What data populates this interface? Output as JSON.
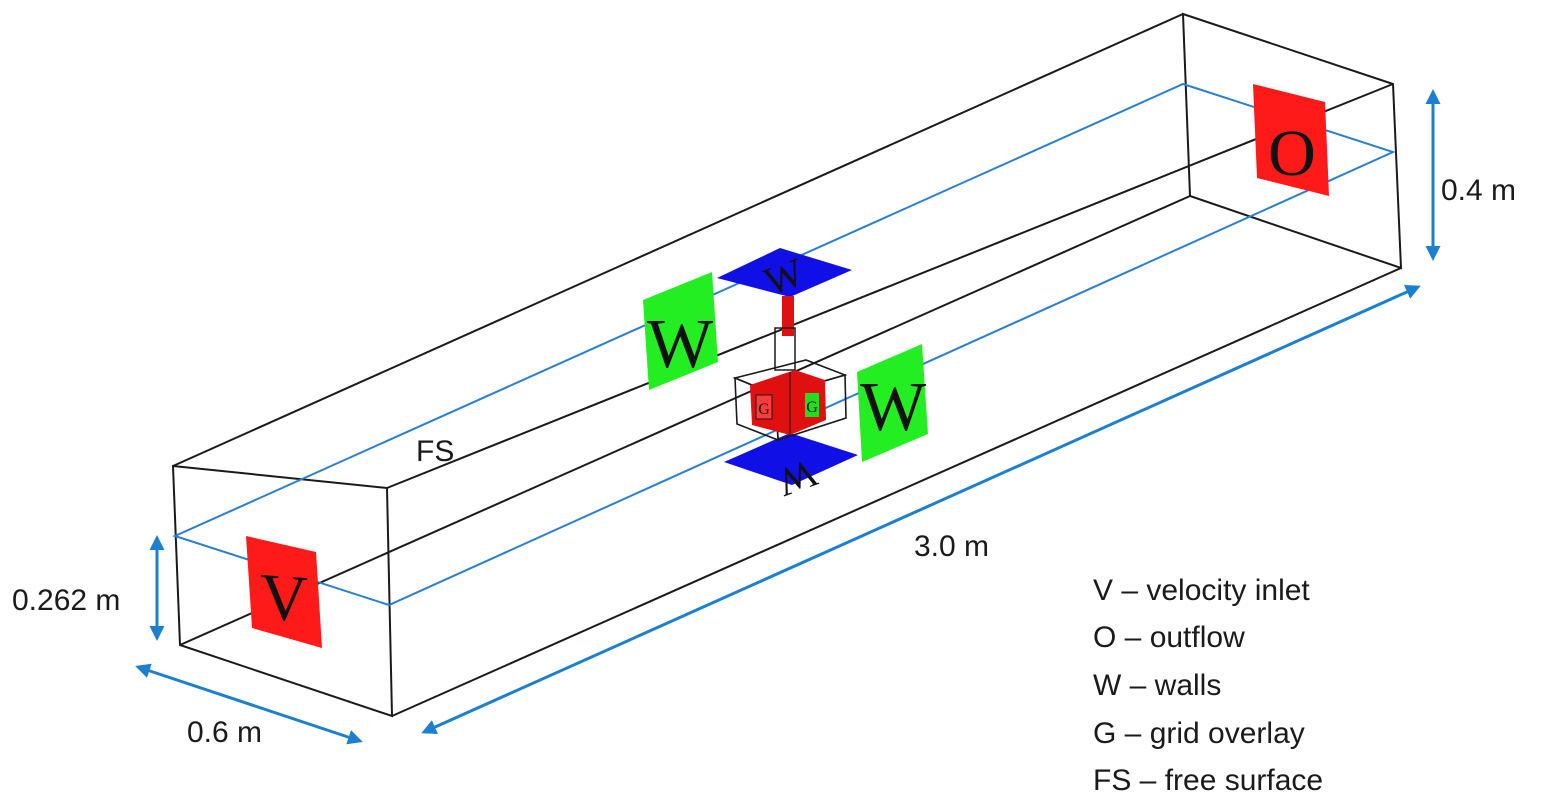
{
  "dimensions": {
    "height": "0.4 m",
    "length": "3.0 m",
    "width": "0.6 m",
    "water_depth": "0.262 m"
  },
  "surface_label": "FS",
  "patches": {
    "inlet": "V",
    "outlet": "O",
    "wall_top": "W",
    "wall_left": "W",
    "wall_right": "W",
    "wall_bottom": "W",
    "grid_left": "G",
    "grid_right": "G"
  },
  "legend": [
    "V – velocity inlet",
    "O – outflow",
    "W – walls",
    "G – grid overlay",
    "FS –  free surface"
  ],
  "colors": {
    "edge": "#1a1a1a",
    "free_surface": "#2a7fd0",
    "dimension_arrow": "#1d7fcf",
    "inlet_outlet_patch": "#ff1a1a",
    "side_wall_patch": "#22ee22",
    "top_bottom_wall_patch": "#1010e6",
    "model": "#e01010"
  }
}
